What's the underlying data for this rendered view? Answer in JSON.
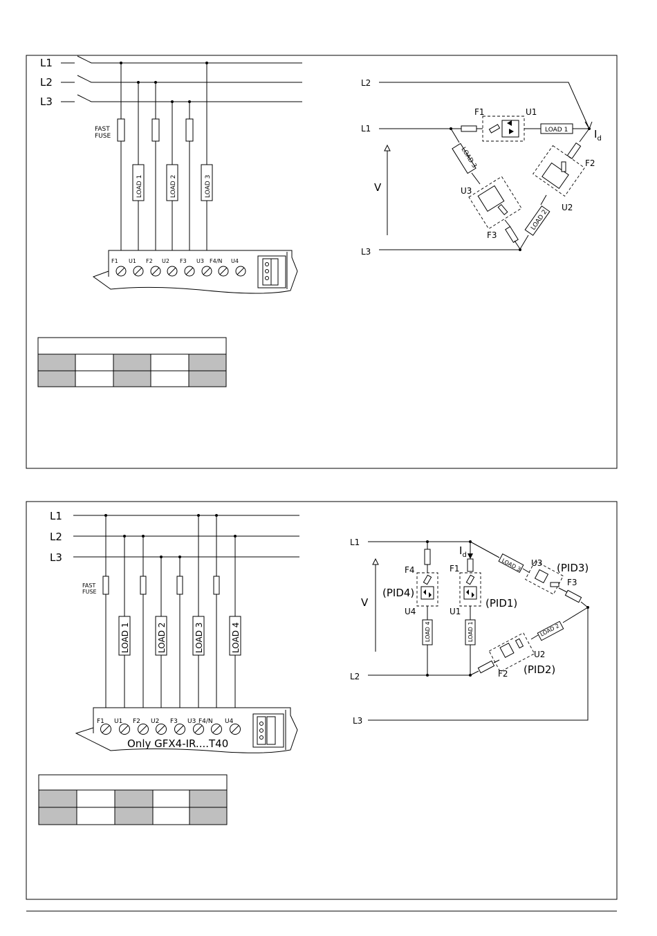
{
  "section1": {
    "left": {
      "lines": [
        "L1",
        "L2",
        "L3"
      ],
      "fuse_label": [
        "FAST",
        "FUSE"
      ],
      "loads": [
        "LOAD 1",
        "LOAD 2",
        "LOAD 3"
      ],
      "terminals": [
        "F1",
        "U1",
        "F2",
        "U2",
        "F3",
        "U3",
        "F4/N",
        "U4"
      ]
    },
    "right": {
      "lines": [
        "L2",
        "L1",
        "L3"
      ],
      "voltage": "V",
      "current": "I",
      "current_sub": "d",
      "labels": {
        "f1": "F1",
        "u1": "U1",
        "f2": "F2",
        "u2": "U2",
        "f3": "F3",
        "u3": "U3"
      },
      "loads": [
        "LOAD 1",
        "LOAD 2",
        "LOAD 3"
      ]
    },
    "table": {
      "rows": 2,
      "cols": 5
    }
  },
  "section2": {
    "left": {
      "lines": [
        "L1",
        "L2",
        "L3"
      ],
      "fuse_label": [
        "FAST",
        "FUSE"
      ],
      "loads": [
        "LOAD 1",
        "LOAD 2",
        "LOAD 3",
        "LOAD 4"
      ],
      "terminals": [
        "F1",
        "U1",
        "F2",
        "U2",
        "F3",
        "U3",
        "F4/N",
        "U4"
      ],
      "note": "Only GFX4-IR....T40"
    },
    "right": {
      "lines": [
        "L1",
        "L2",
        "L3"
      ],
      "voltage": "V",
      "current": "I",
      "current_sub": "d",
      "labels": {
        "f4": "F4",
        "u4": "U4",
        "f1": "F1",
        "u1": "U1",
        "f2": "F2",
        "u2": "U2",
        "f3": "F3",
        "u3": "U3"
      },
      "pids": {
        "pid1": "(PID1)",
        "pid2": "(PID2)",
        "pid3": "(PID3)",
        "pid4": "(PID4)"
      },
      "loads": [
        "LOAD 4",
        "LOAD 1",
        "LOAD 2",
        "LOAD 3"
      ]
    },
    "table": {
      "rows": 2,
      "cols": 5
    }
  },
  "colors": {
    "line": "#000000",
    "shade": "#bfbfbf",
    "paper": "#ffffff"
  }
}
